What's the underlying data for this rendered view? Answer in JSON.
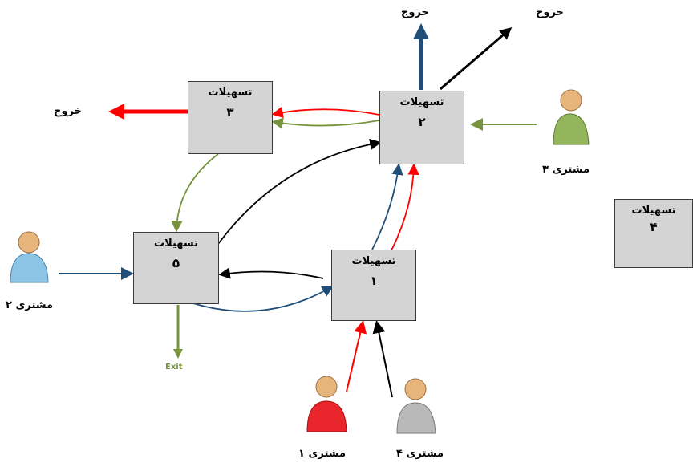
{
  "facilities": [
    {
      "id": "f1",
      "label": "تسهیلات",
      "number": "۱"
    },
    {
      "id": "f2",
      "label": "تسهیلات",
      "number": "۲"
    },
    {
      "id": "f3",
      "label": "تسهیلات",
      "number": "۳"
    },
    {
      "id": "f4",
      "label": "تسهیلات",
      "number": "۴"
    },
    {
      "id": "f5",
      "label": "تسهیلات",
      "number": "۵"
    }
  ],
  "customers": [
    {
      "label": "مشتری ۱",
      "color": "#e8262b"
    },
    {
      "label": "مشتری ۲",
      "color": "#8cc4e6"
    },
    {
      "label": "مشتری ۳",
      "color": "#93b55b"
    },
    {
      "label": "مشتری ۴",
      "color": "#b9b9b9"
    }
  ],
  "exits": {
    "exit_top_left": "خروج",
    "exit_top_right": "خروج",
    "exit_left": "خروج",
    "exit_bottom": "Exit"
  },
  "colors": {
    "red": "#ff0000",
    "blue": "#1f4e79",
    "green": "#77933c",
    "black": "#000000",
    "box_fill": "#d4d4d4"
  }
}
